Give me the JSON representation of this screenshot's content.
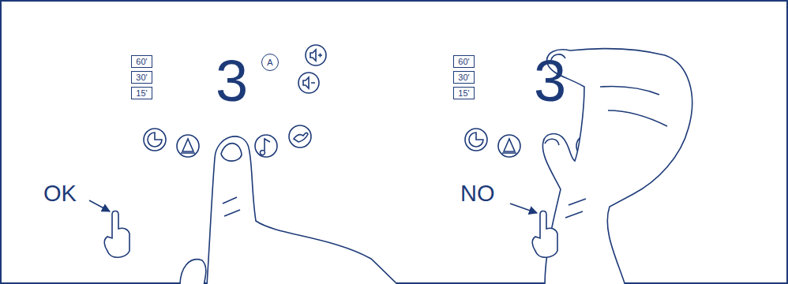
{
  "diagram": {
    "nodes": [
      {
        "text": [
          "3"
        ]
      },
      {
        "text": [
          "60'"
        ],
        "in": 0
      },
      {
        "text": [
          "30'"
        ],
        "in": 0
      },
      {
        "text": [
          "15'"
        ],
        "in": 0
      },
      {
        "text": [
          "A"
        ],
        "in": 0
      },
      {
        "text": [
          "3"
        ]
      },
      {
        "text": [
          "60'"
        ],
        "in": 5
      },
      {
        "text": [
          "30'"
        ],
        "in": 5
      },
      {
        "text": [
          "15'"
        ],
        "in": 5
      }
    ],
    "labels": [
      "OK",
      "NO"
    ]
  }
}
